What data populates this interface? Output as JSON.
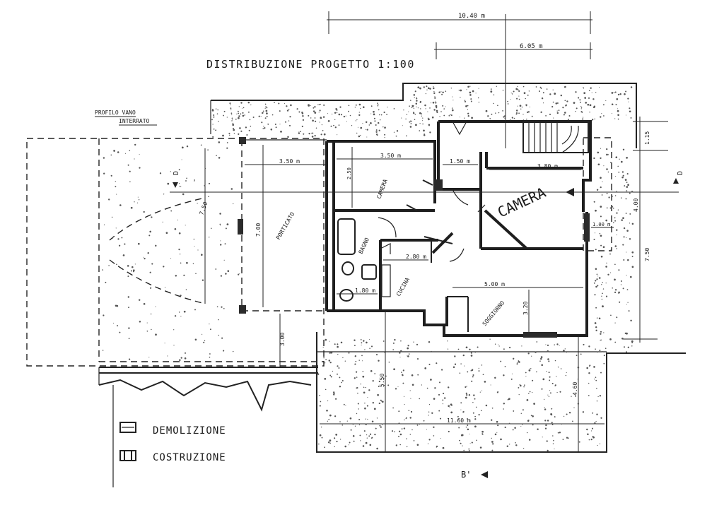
{
  "title": "DISTRIBUZIONE PROGETTO 1:100",
  "profile_label": {
    "line1": "PROFILO VANO",
    "line2": "INTERRATO"
  },
  "section_marks": {
    "left": "D",
    "right": "D",
    "bottom": "B'"
  },
  "rooms": {
    "porticato": "PORTICATO",
    "camera_small": "CAMERA",
    "camera_large": "CAMERA",
    "bagno": "BAGNO",
    "cucina": "CUCINA",
    "soggiorno": "SOGGIORNO"
  },
  "dimensions": {
    "overall_width": "10.40 m",
    "upper_width": "6.05 m",
    "porticato_width": "3.50 m",
    "porticato_depth": "7.00",
    "camera_small_width": "3.50 m",
    "camera_small_depth": "2.50",
    "stair_width": "1.50 m",
    "camera_large_width": "3.80 m",
    "right_top": "1.15",
    "right_depth": "4.00",
    "right_side": "1.00 m",
    "right_total": "7.50",
    "cucina_width": "2.80 m",
    "bagno_width": "1.80 m",
    "soggiorno_width": "5.00 m",
    "soggiorno_depth": "3.20",
    "left_depth": "7.50",
    "front_depth": "3.00",
    "garden_depth_left": "5.50",
    "garden_depth_right": "4.60",
    "garden_width": "11.60 m"
  },
  "legend": [
    {
      "label": "DEMOLIZIONE"
    },
    {
      "label": "COSTRUZIONE"
    }
  ]
}
